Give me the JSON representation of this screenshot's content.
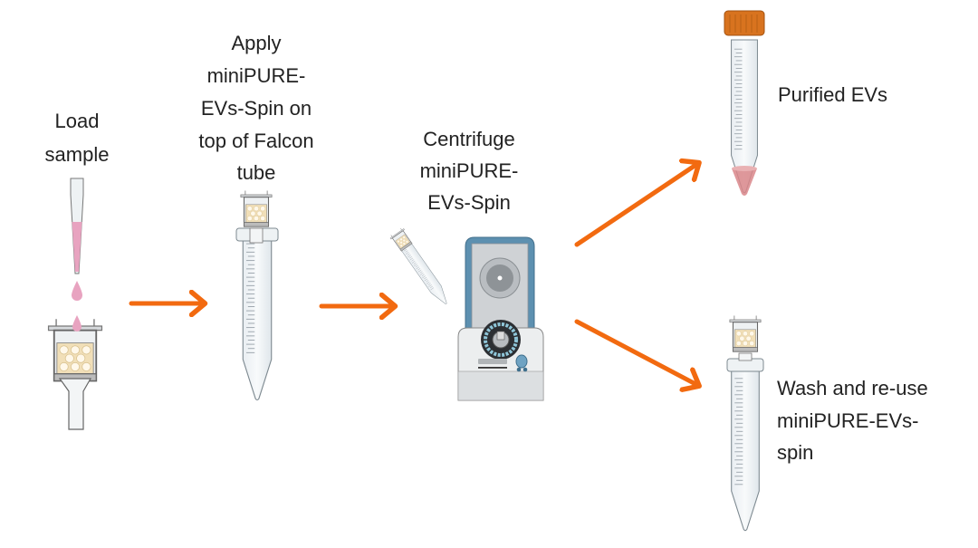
{
  "steps": {
    "load": {
      "lines": [
        "Load",
        "sample"
      ]
    },
    "apply": {
      "lines": [
        "Apply",
        "miniPURE-",
        "EVs-Spin on",
        "top of Falcon",
        "tube"
      ]
    },
    "centrifuge": {
      "lines": [
        "Centrifuge",
        "miniPURE-",
        "EVs-Spin"
      ]
    },
    "purified": {
      "lines": [
        "Purified EVs"
      ]
    },
    "wash": {
      "lines": [
        "Wash and re-use",
        "miniPURE-EVs-",
        "spin"
      ]
    }
  },
  "colors": {
    "arrow": "#f26a10",
    "sample": "#e8a3c0",
    "cap": "#d8731f",
    "lid": "#5d90b0",
    "frit": "#f1dfb8",
    "eluate": "#d9868a"
  },
  "icons": [
    "pipette-icon",
    "sample-drop-icon",
    "spin-column-icon",
    "falcon-tube-icon",
    "centrifuge-icon",
    "arrow-icon"
  ]
}
